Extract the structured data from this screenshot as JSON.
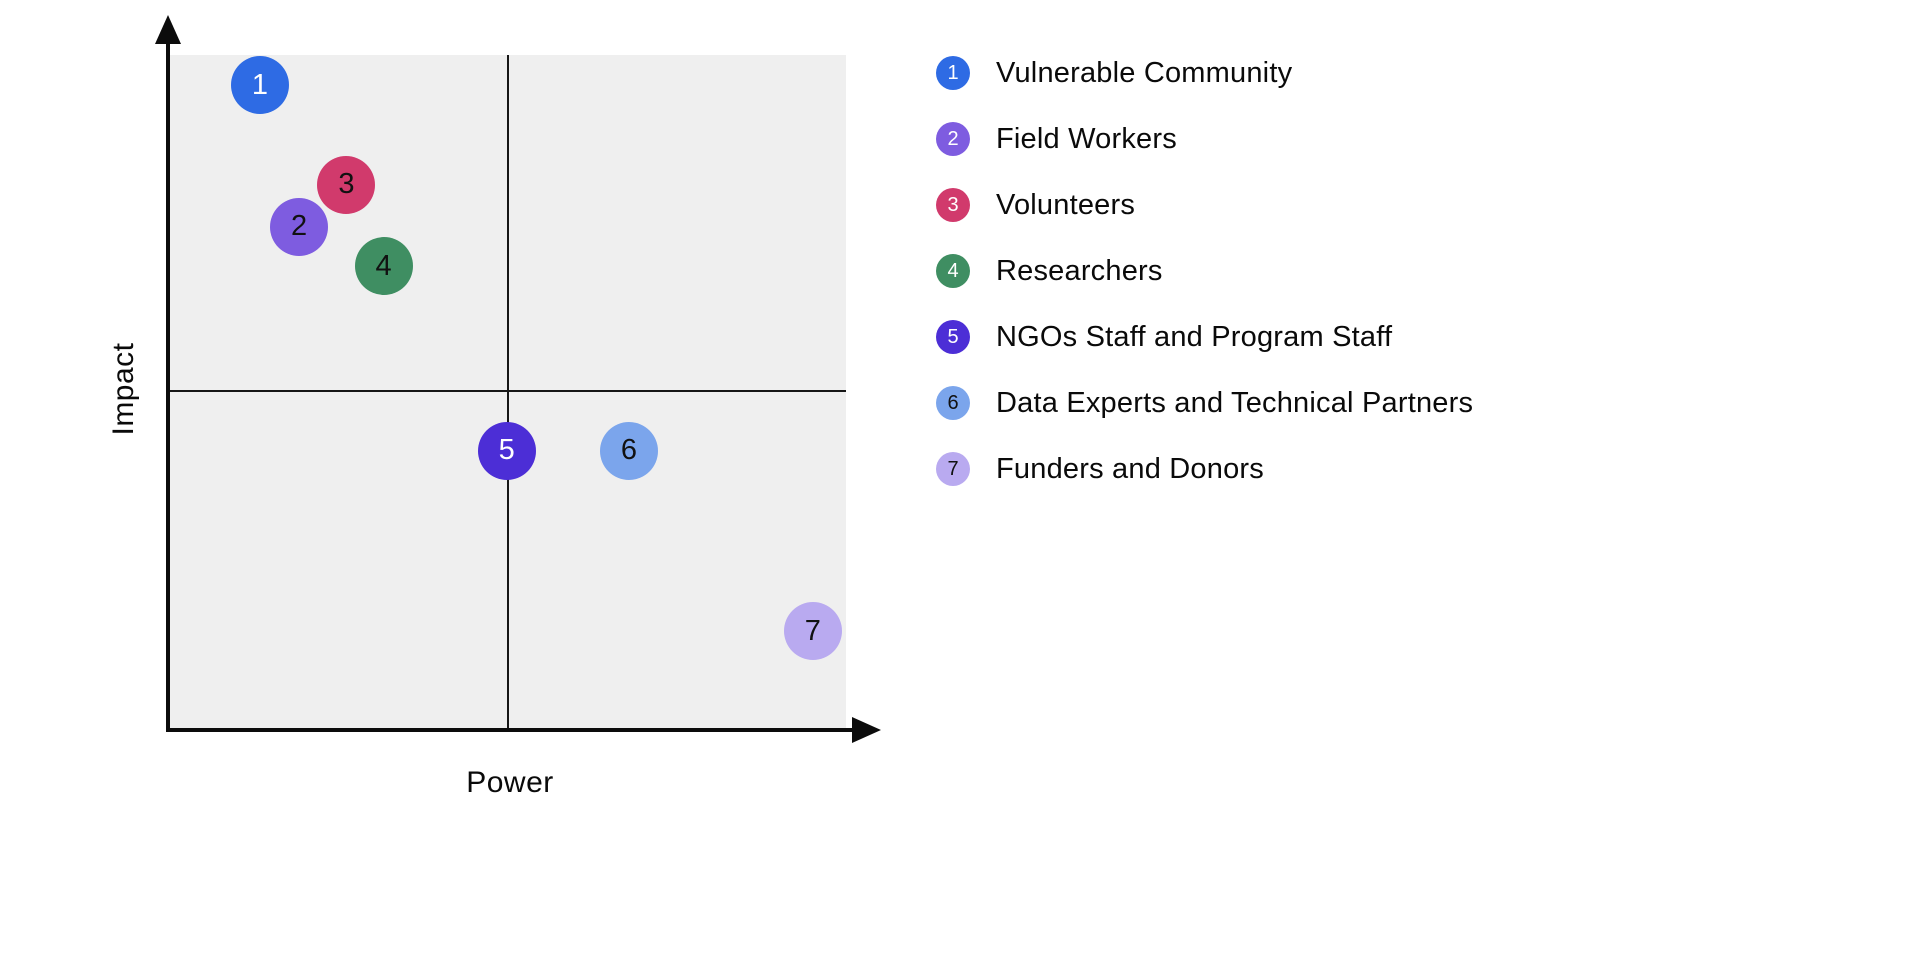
{
  "chart_data": {
    "type": "scatter",
    "variant": "quadrant-bubble-matrix",
    "title": "",
    "xlabel": "Power",
    "ylabel": "Impact",
    "x_range": [
      0,
      1
    ],
    "y_range": [
      0,
      1
    ],
    "grid": "2x2 quadrant split at center",
    "legend_position": "right",
    "plot_background": "#efefef",
    "axis_color": "#0c0c0c",
    "points": [
      {
        "id": "1",
        "label": "Vulnerable Community",
        "power": 0.133,
        "impact": 0.955,
        "color": "#2e6be4",
        "text_color": "#ffffff",
        "legend_text_color": "#ffffff"
      },
      {
        "id": "2",
        "label": "Field Workers",
        "power": 0.191,
        "impact": 0.745,
        "color": "#7e5ce0",
        "text_color": "#111111",
        "legend_text_color": "#ffffff"
      },
      {
        "id": "3",
        "label": "Volunteers",
        "power": 0.261,
        "impact": 0.807,
        "color": "#d13a6c",
        "text_color": "#111111",
        "legend_text_color": "#ffffff"
      },
      {
        "id": "4",
        "label": "Researchers",
        "power": 0.316,
        "impact": 0.686,
        "color": "#3f8e62",
        "text_color": "#111111",
        "legend_text_color": "#ffffff"
      },
      {
        "id": "5",
        "label": "NGOs Staff and Program Staff",
        "power": 0.498,
        "impact": 0.412,
        "color": "#4c2ed6",
        "text_color": "#ffffff",
        "legend_text_color": "#ffffff"
      },
      {
        "id": "6",
        "label": "Data Experts and Technical Partners",
        "power": 0.679,
        "impact": 0.412,
        "color": "#7ba5ec",
        "text_color": "#111111",
        "legend_text_color": "#111111"
      },
      {
        "id": "7",
        "label": "Funders and Donors",
        "power": 0.951,
        "impact": 0.144,
        "color": "#b9aaf0",
        "text_color": "#111111",
        "legend_text_color": "#111111"
      }
    ]
  }
}
